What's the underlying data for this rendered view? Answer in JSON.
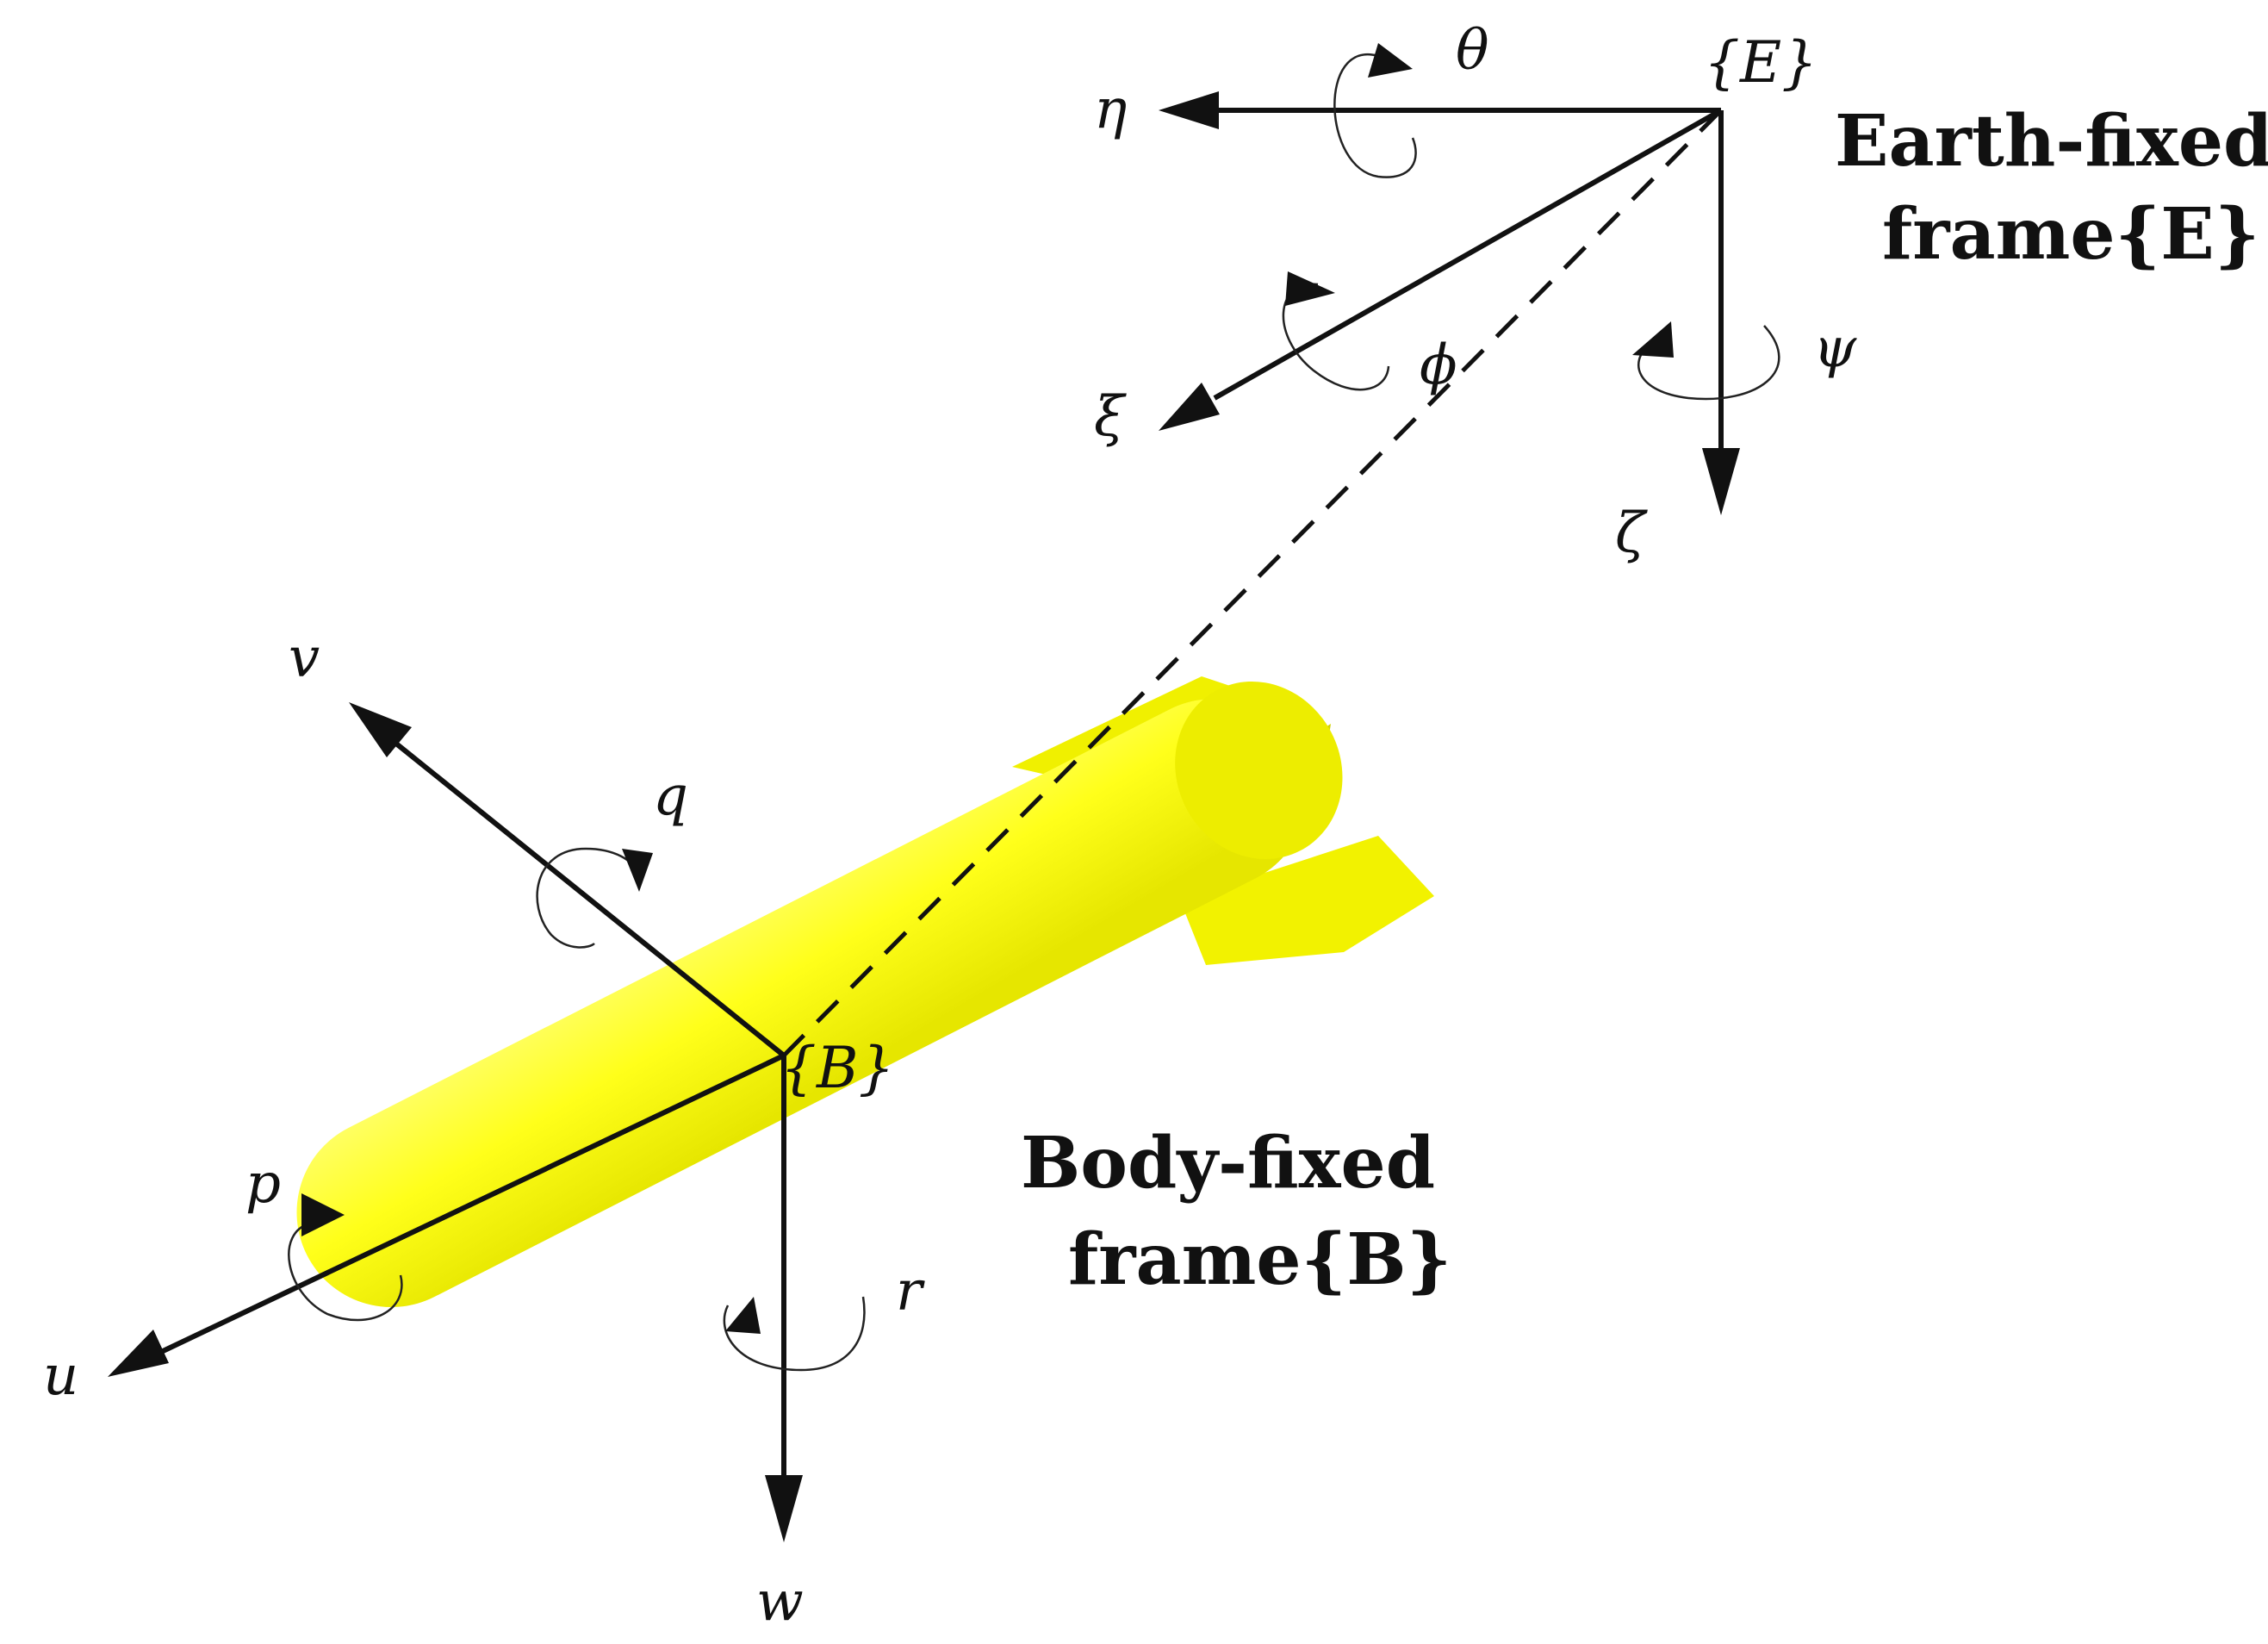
{
  "earth_frame": {
    "origin_label": "{E}",
    "title_line1": "Earth-fixed",
    "title_line2": "frame{E}",
    "axes": {
      "eta": "η",
      "xi": "ξ",
      "zeta": "ζ"
    },
    "rotations": {
      "theta": "θ",
      "phi": "ϕ",
      "psi": "ψ"
    }
  },
  "body_frame": {
    "origin_label": "{B}",
    "title_line1": "Body-fixed",
    "title_line2": "frame{B}",
    "axes": {
      "u": "u",
      "v": "v",
      "w": "w"
    },
    "rotations": {
      "p": "p",
      "q": "q",
      "r": "r"
    }
  },
  "colors": {
    "vehicle_body": "#ffff2a",
    "vehicle_shade": "#d8d800",
    "lines": "#111111"
  },
  "icons": {
    "vehicle": "underwater-vehicle-icon",
    "rotation": "curved-rotation-arrow-icon"
  }
}
